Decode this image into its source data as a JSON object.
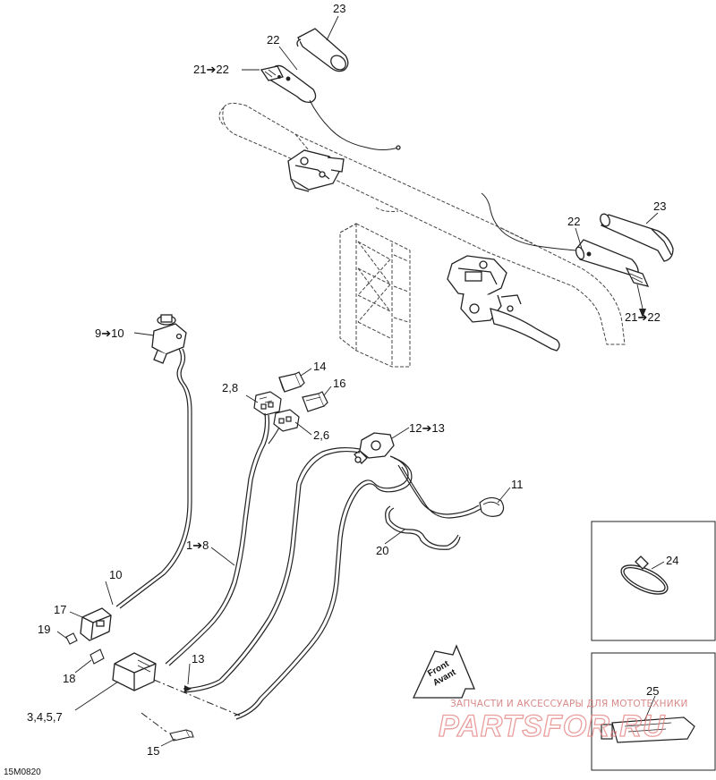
{
  "diagram": {
    "code": "15M0820",
    "callouts": {
      "c23_top": "23",
      "c22_top": "22",
      "c21_22_top": "21➔22",
      "c23_right": "23",
      "c22_right": "22",
      "c21_22_right": "21➔22",
      "c9_10": "9➔10",
      "c2_8": "2,8",
      "c14": "14",
      "c16": "16",
      "c2_6": "2,6",
      "c12_13": "12➔13",
      "c11": "11",
      "c1_8": "1➔8",
      "c20": "20",
      "c10": "10",
      "c17": "17",
      "c19": "19",
      "c18": "18",
      "c13": "13",
      "c3_4_5_7": "3,4,5,7",
      "c15": "15",
      "c24": "24",
      "c25": "25"
    },
    "front_label": [
      "Front",
      "Avant"
    ],
    "watermark": {
      "top": "ЗАПЧАСТИ И АКСЕССУАРЫ ДЛЯ МОТОТЕХНИКИ",
      "big": "PARTSFOR.RU"
    }
  }
}
